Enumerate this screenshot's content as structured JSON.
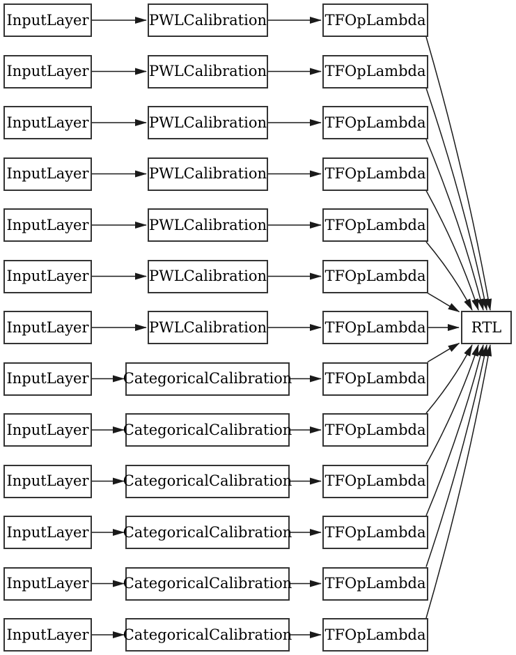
{
  "colors": {
    "node_border": "#333333",
    "node_fill": "#ffffff",
    "edge": "#1a1a1a",
    "text": "#000000",
    "background": "#ffffff"
  },
  "output_node": {
    "label": "RTL"
  },
  "rows": [
    {
      "input": "InputLayer",
      "calibration": "PWLCalibration",
      "lambda": "TFOpLambda"
    },
    {
      "input": "InputLayer",
      "calibration": "PWLCalibration",
      "lambda": "TFOpLambda"
    },
    {
      "input": "InputLayer",
      "calibration": "PWLCalibration",
      "lambda": "TFOpLambda"
    },
    {
      "input": "InputLayer",
      "calibration": "PWLCalibration",
      "lambda": "TFOpLambda"
    },
    {
      "input": "InputLayer",
      "calibration": "PWLCalibration",
      "lambda": "TFOpLambda"
    },
    {
      "input": "InputLayer",
      "calibration": "PWLCalibration",
      "lambda": "TFOpLambda"
    },
    {
      "input": "InputLayer",
      "calibration": "PWLCalibration",
      "lambda": "TFOpLambda"
    },
    {
      "input": "InputLayer",
      "calibration": "CategoricalCalibration",
      "lambda": "TFOpLambda"
    },
    {
      "input": "InputLayer",
      "calibration": "CategoricalCalibration",
      "lambda": "TFOpLambda"
    },
    {
      "input": "InputLayer",
      "calibration": "CategoricalCalibration",
      "lambda": "TFOpLambda"
    },
    {
      "input": "InputLayer",
      "calibration": "CategoricalCalibration",
      "lambda": "TFOpLambda"
    },
    {
      "input": "InputLayer",
      "calibration": "CategoricalCalibration",
      "lambda": "TFOpLambda"
    },
    {
      "input": "InputLayer",
      "calibration": "CategoricalCalibration",
      "lambda": "TFOpLambda"
    }
  ]
}
